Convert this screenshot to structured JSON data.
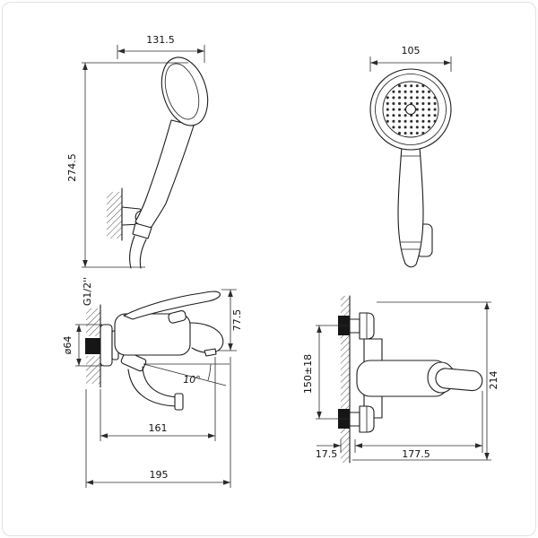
{
  "page": {
    "background": "#ffffff",
    "frame_color": "#e2e2e2",
    "line_color": "#1c1c1c"
  },
  "drawing": {
    "views": {
      "handshower_side": {
        "dim_width": "131.5",
        "dim_height": "274.5"
      },
      "handshower_front": {
        "dim_diameter": "105"
      },
      "mixer_side": {
        "dim_thread": "G1/2''",
        "dim_flange": "ø64",
        "dim_top_to_spout": "77.5",
        "dim_spout_reach": "161",
        "dim_total_reach": "195",
        "dim_spout_angle": "10°"
      },
      "mixer_front": {
        "dim_wall_offset": "17.5",
        "dim_width": "177.5",
        "dim_supply_spacing": "150±18",
        "dim_height": "214"
      }
    }
  }
}
